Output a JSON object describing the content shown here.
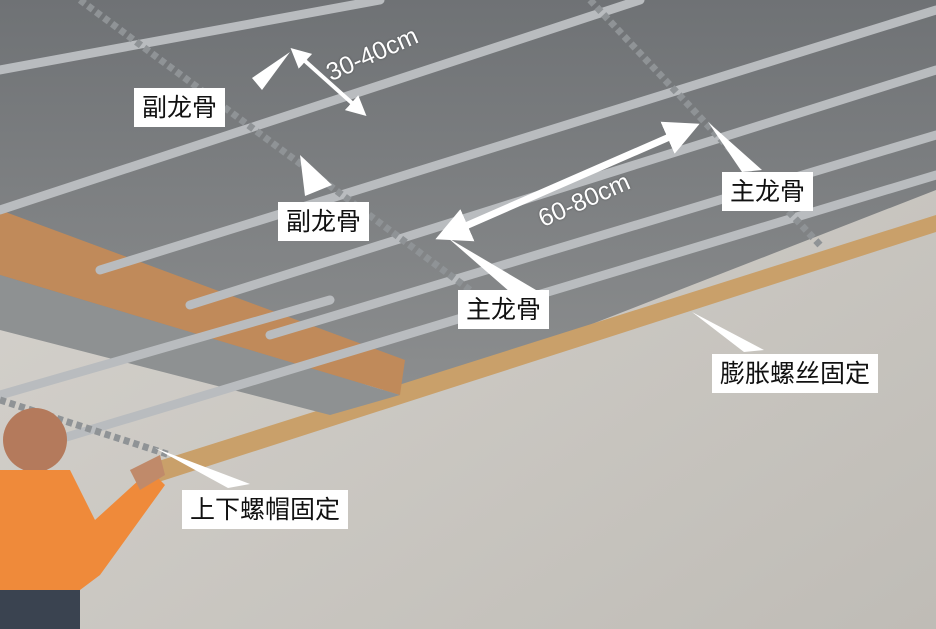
{
  "annotations": {
    "secondary_keel_top": "副龙骨",
    "secondary_keel_mid": "副龙骨",
    "main_keel_right": "主龙骨",
    "main_keel_mid": "主龙骨",
    "expansion_screw_fix": "膨胀螺丝固定",
    "nut_fix": "上下螺帽固定"
  },
  "dimensions": {
    "secondary_spacing": "30-40cm",
    "main_spacing": "60-80cm"
  },
  "colors": {
    "label_background": "#ffffff",
    "label_text": "#111111",
    "arrow": "#ffffff"
  }
}
